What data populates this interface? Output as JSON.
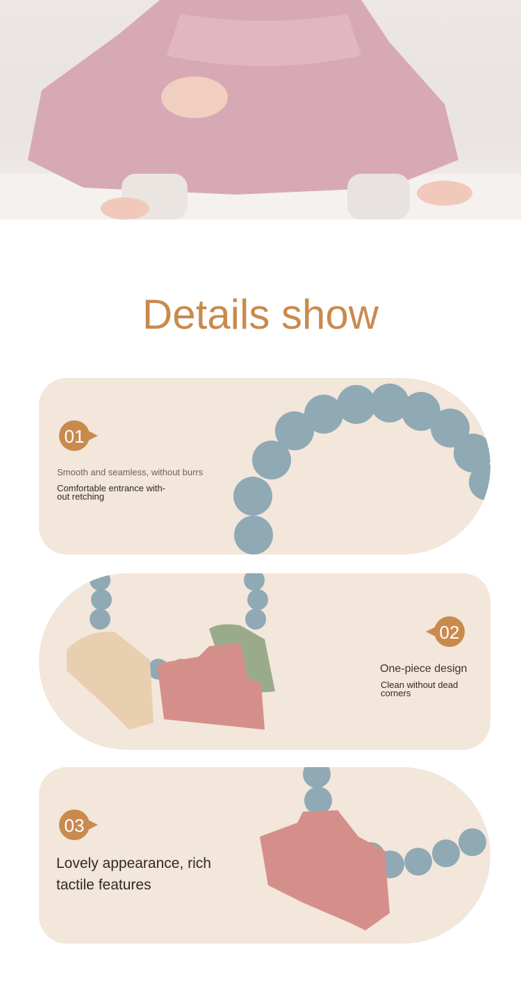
{
  "title": "Details show",
  "colors": {
    "accent": "#c98a4e",
    "card": "#f3e6da",
    "bead": "#8fa9b5"
  },
  "features": [
    {
      "number": "01",
      "heading": "Smooth and seamless, without burrs",
      "text": "Comfortable entrance with-\nout retching"
    },
    {
      "number": "02",
      "heading": "One-piece design",
      "text": "Clean without dead\ncorners"
    },
    {
      "number": "03",
      "heading": "",
      "text": "Lovely appearance, rich\ntactile features"
    }
  ]
}
